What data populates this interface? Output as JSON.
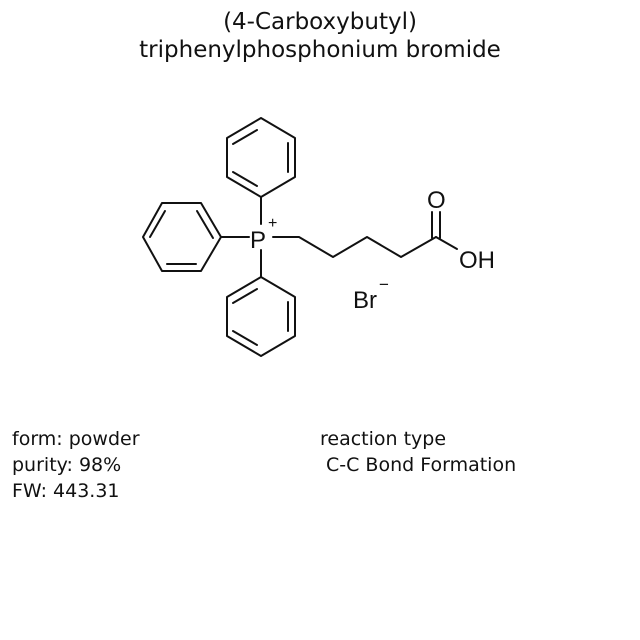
{
  "compound": {
    "name_line1": "(4-Carboxybutyl)",
    "name_line2": "triphenylphosphonium bromide"
  },
  "structure": {
    "atoms": {
      "phosphorus": "P",
      "phosphorus_charge": "+",
      "carbonyl_oxygen": "O",
      "hydroxyl": "OH",
      "bromide": "Br",
      "bromide_charge": "−"
    },
    "line_color": "#111111"
  },
  "properties": {
    "form": "form: powder",
    "purity": "purity: 98%",
    "fw": "FW: 443.31"
  },
  "reaction": {
    "label": "reaction type",
    "value": "C-C Bond Formation"
  }
}
